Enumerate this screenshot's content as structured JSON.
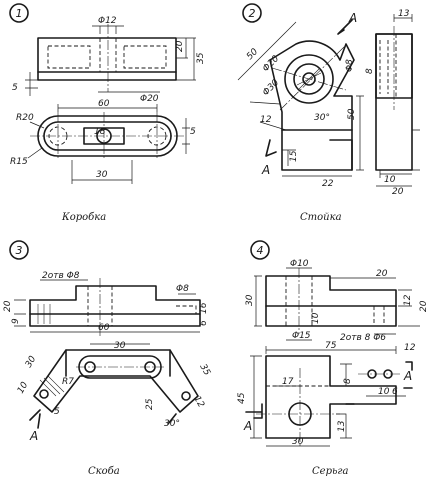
{
  "panels": [
    {
      "number": "1",
      "caption": "Коробка",
      "dims": [
        "Φ12",
        "20",
        "35",
        "5",
        "Φ20",
        "60",
        "R20",
        "18",
        "5",
        "R15",
        "30"
      ]
    },
    {
      "number": "2",
      "caption": "Стойка",
      "section": "A",
      "dims": [
        "13",
        "50",
        "Φ20",
        "Φ8",
        "Φ30",
        "12",
        "30°",
        "50",
        "15",
        "22",
        "8",
        "10",
        "20"
      ]
    },
    {
      "number": "3",
      "caption": "Скоба",
      "section": "A",
      "dims": [
        "2отв Φ8",
        "Φ8",
        "20",
        "9",
        "16",
        "6",
        "60",
        "30",
        "30",
        "10",
        "R7",
        "5",
        "25",
        "35",
        "30°",
        "12"
      ]
    },
    {
      "number": "4",
      "caption": "Серьга",
      "section": "A",
      "dims": [
        "Φ10",
        "20",
        "30",
        "10",
        "Φ15",
        "12",
        "20",
        "2отв 8 Φ6",
        "75",
        "12",
        "8",
        "17",
        "45",
        "10",
        "6",
        "13",
        "30"
      ]
    }
  ]
}
